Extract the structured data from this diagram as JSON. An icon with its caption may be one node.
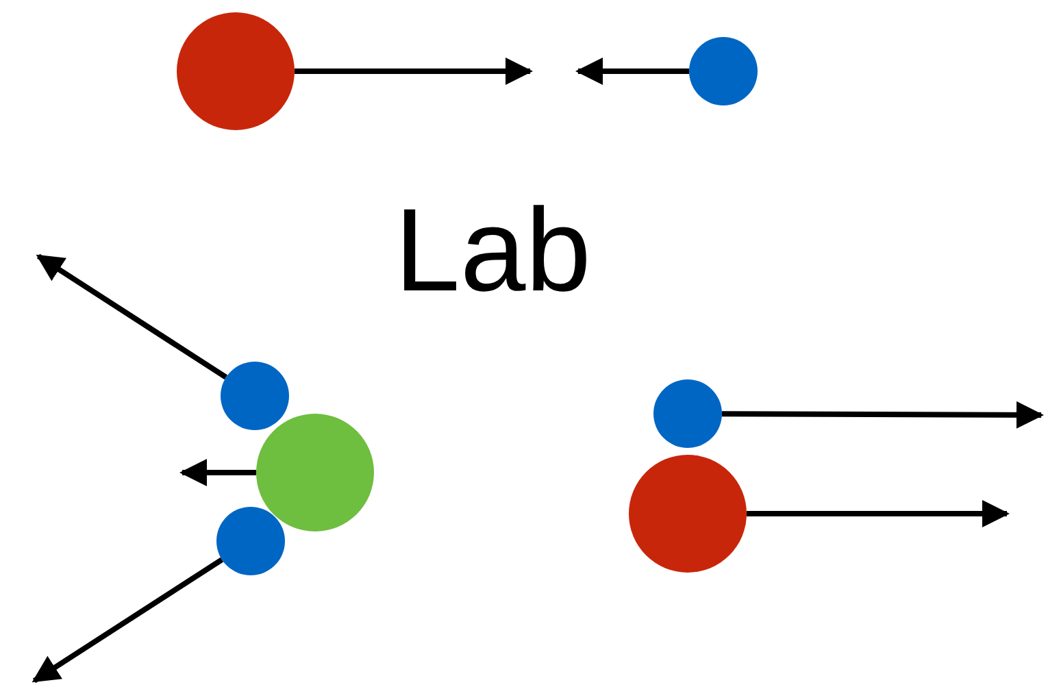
{
  "diagram": {
    "nodes": [
      {
        "text": [],
        "shape": "circle"
      },
      {
        "text": [],
        "shape": "circle"
      },
      {
        "text": [],
        "shape": "circle"
      },
      {
        "text": [],
        "shape": "circle"
      },
      {
        "text": [],
        "shape": "circle"
      },
      {
        "text": [],
        "shape": "circle"
      },
      {
        "text": [],
        "shape": "circle"
      }
    ],
    "edges": [
      {
        "from": 0,
        "to": null,
        "arrow": "to"
      },
      {
        "from": 1,
        "to": null,
        "arrow": "to"
      },
      {
        "from": 2,
        "to": null,
        "arrow": "to"
      },
      {
        "from": 4,
        "to": null,
        "arrow": "to"
      },
      {
        "from": 6,
        "to": null,
        "arrow": "to"
      },
      {
        "from": 3,
        "to": null,
        "arrow": "to"
      },
      {
        "from": 5,
        "to": null,
        "arrow": "to"
      }
    ],
    "labels": [
      "Lab"
    ]
  }
}
